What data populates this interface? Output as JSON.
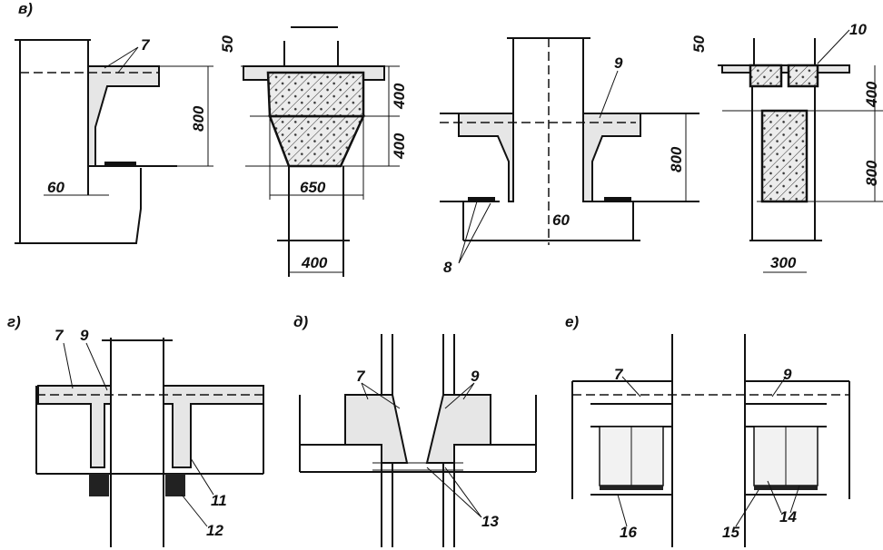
{
  "panels": {
    "v": {
      "letter": "в)",
      "labels": {
        "ref7": "7",
        "dim800": "800",
        "dim60": "60",
        "dim50": "50",
        "dim400a": "400",
        "dim400b": "400",
        "dim650": "650",
        "dim400c": "400"
      }
    },
    "v2": {
      "labels": {
        "ref9": "9",
        "dim800": "800",
        "dim60": "60",
        "ref8": "8",
        "ref10": "10",
        "dim50": "50",
        "dim400": "400",
        "dim800b": "800",
        "dim300": "300"
      }
    },
    "g": {
      "letter": "г)",
      "labels": {
        "ref7": "7",
        "ref9": "9",
        "ref11": "11",
        "ref12": "12"
      }
    },
    "d": {
      "letter": "д)",
      "labels": {
        "ref7": "7",
        "ref9": "9",
        "ref13": "13"
      }
    },
    "e": {
      "letter": "е)",
      "labels": {
        "ref7": "7",
        "ref9": "9",
        "ref14": "14",
        "ref15": "15",
        "ref16": "16"
      }
    }
  }
}
